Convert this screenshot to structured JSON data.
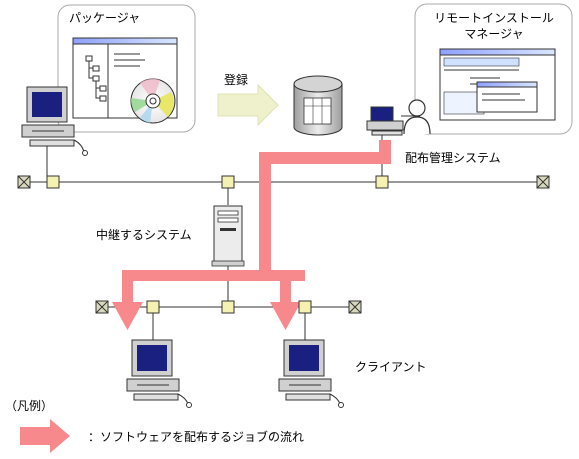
{
  "colors": {
    "flow_arrow": "#f7888c",
    "reg_arrow": "#eef1cc",
    "group_border": "#a9a9a9",
    "node_fill": "#f5f1b0",
    "monitor_blue": "#1a2080",
    "terminator_fill": "#d8d8bc"
  },
  "labels": {
    "package": "パッケージャ",
    "remote_line1": "リモートインストール",
    "remote_line2": "マネージャ",
    "register": "登録",
    "distribution_system": "配布管理システム",
    "relay_system": "中継するシステム",
    "client": "クライアント",
    "legend_title": "（凡例）",
    "legend_desc": "：ソフトウェアを配布するジョブの流れ"
  },
  "icons": [
    "pc-icon",
    "server-icon",
    "database-icon",
    "cd-icon",
    "window-icon",
    "user-icon",
    "terminator-icon",
    "node-icon"
  ]
}
